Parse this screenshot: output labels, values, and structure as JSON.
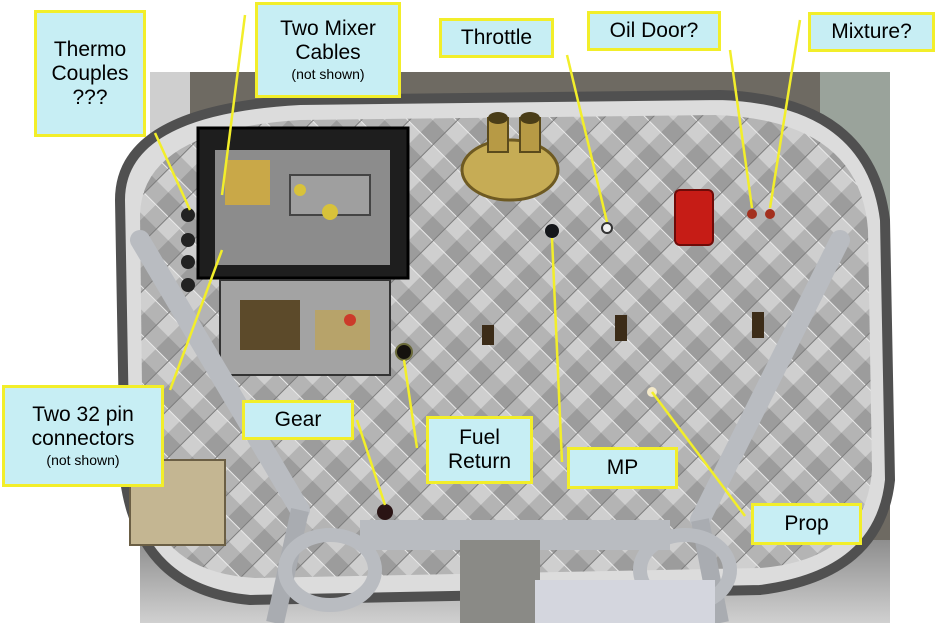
{
  "image": {
    "subject": "aircraft firewall with quilted insulation blanket",
    "colors": {
      "label_fill": "#c7eef4",
      "label_border": "#f2ee2a",
      "leader": "#f2ee2a",
      "firewall": "#a9a9a9"
    }
  },
  "labels": {
    "thermocouples": {
      "line1": "Thermo",
      "line2": "Couples",
      "line3": "???"
    },
    "mixer_cables": {
      "line1": "Two Mixer",
      "line2": "Cables",
      "note": "(not shown)"
    },
    "throttle": {
      "text": "Throttle"
    },
    "oil_door": {
      "text": "Oil Door?"
    },
    "mixture": {
      "text": "Mixture?"
    },
    "connectors": {
      "line1": "Two 32 pin",
      "line2": "connectors",
      "note": "(not shown)"
    },
    "gear": {
      "text": "Gear"
    },
    "fuel_return": {
      "line1": "Fuel",
      "line2": "Return"
    },
    "mp": {
      "text": "MP"
    },
    "prop": {
      "text": "Prop"
    }
  }
}
